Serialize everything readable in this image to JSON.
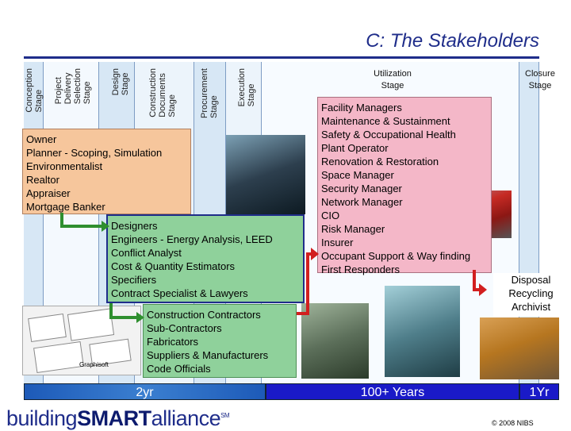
{
  "title": "C: The Stakeholders",
  "stages": {
    "conception": "Conception\nStage",
    "project_delivery": "Project\nDelivery\nSelection\nStage",
    "design": "Design\nStage",
    "construction_documents": "Construction\nDocuments\nStage",
    "procurement": "Procurement\nStage",
    "execution": "Execution\nStage",
    "utilization": "Utilization\nStage",
    "closure": "Closure\nStage"
  },
  "owner_box": "Owner\nPlanner - Scoping, Simulation\nEnvironmentalist\nRealtor\nAppraiser\nMortgage Banker",
  "design_box": "Designers\nEngineers - Energy Analysis, LEED\nConflict Analyst\nCost & Quantity Estimators\nSpecifiers\nContract Specialist & Lawyers",
  "construction_box": "Construction Contractors\nSub-Contractors\nFabricators\nSuppliers & Manufacturers\nCode Officials",
  "utilization_box": "Facility Managers\nMaintenance & Sustainment\nSafety & Occupational Health\nPlant Operator\nRenovation & Restoration\nSpace Manager\nSecurity Manager\nNetwork Manager\nCIO\nRisk Manager\nInsurer\nOccupant Support & Way finding\nFirst Responders",
  "disposal_box": "Disposal\nRecycling\nArchivist",
  "graphisoft_label": "Graphisoft",
  "timebar": {
    "left": "2yr",
    "mid": "100+ Years",
    "right": "1Yr"
  },
  "logo": {
    "part1": "building",
    "part2": "SMART",
    "part3": "alliance",
    "mark": "SM"
  },
  "copyright": "© 2008 NIBS",
  "colors": {
    "title": "#1f2d8a",
    "owner": "#f6c69c",
    "design": "#8fd19b",
    "utilization": "#f4b7c8",
    "timebar": "#1a1ac8",
    "arrow_green": "#2f8f2f",
    "arrow_red": "#d21f1f"
  }
}
